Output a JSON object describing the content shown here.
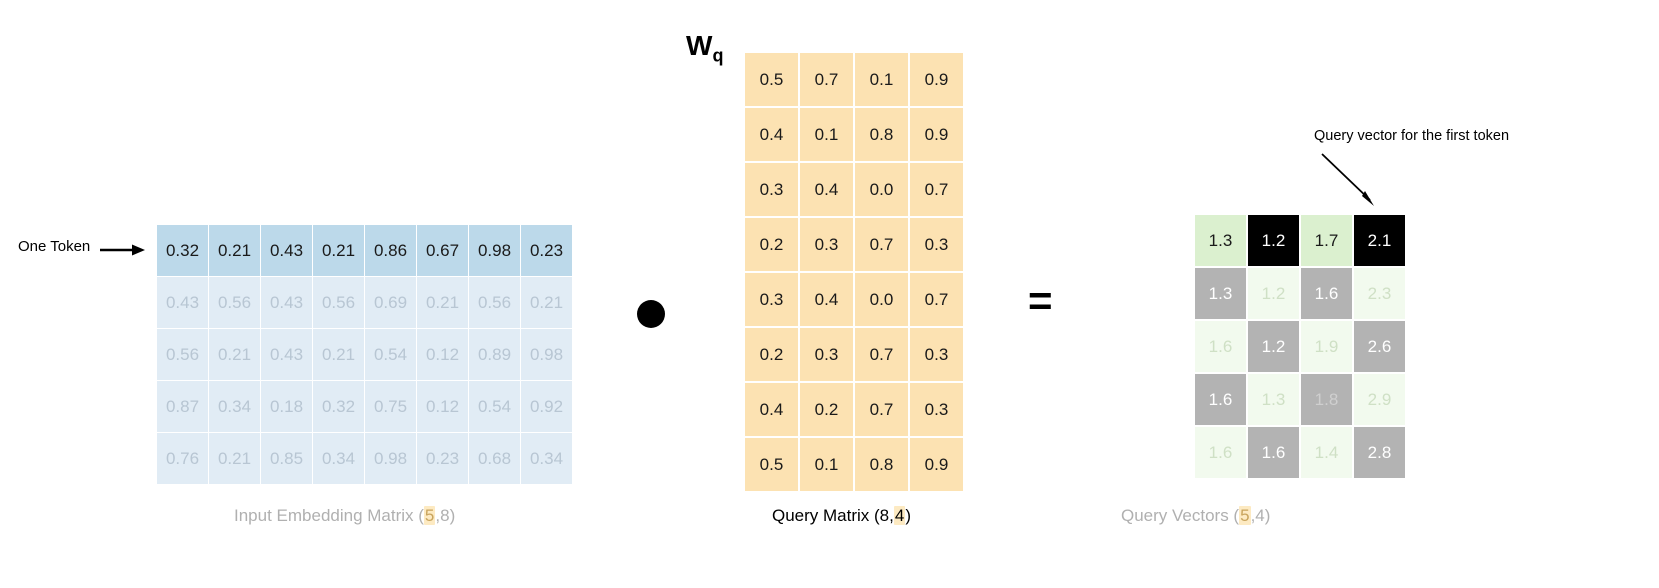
{
  "labels": {
    "one_token": "One Token",
    "wq_base": "W",
    "wq_sub": "q",
    "dot_operator": "•",
    "equals_operator": "=",
    "annotation": "Query vector for the first token"
  },
  "captions": {
    "embedding": {
      "prefix": "Input Embedding Matrix (",
      "highlight": "5",
      "suffix": ",8)"
    },
    "query": {
      "prefix": "Query Matrix (8,",
      "highlight": "4",
      "suffix": ")"
    },
    "result": {
      "prefix": "Query Vectors (",
      "highlight": "5",
      "suffix": ",4)"
    }
  },
  "colors": {
    "embed_highlight_bg": "#bcd9ea",
    "embed_bg": "#e1ecf5",
    "query_bg": "#fce2b2",
    "result_green": "#dbf0cf",
    "result_green_pale": "#f2faee",
    "result_grey": "#b3b3b3",
    "result_black": "#000000",
    "caption_muted": "#b0b0b0",
    "highlight_chip": "#fdeac2"
  },
  "embedding_matrix": {
    "rows": 5,
    "cols": 8,
    "highlight_row": 0,
    "values": [
      [
        "0.32",
        "0.21",
        "0.43",
        "0.21",
        "0.86",
        "0.67",
        "0.98",
        "0.23"
      ],
      [
        "0.43",
        "0.56",
        "0.43",
        "0.56",
        "0.69",
        "0.21",
        "0.56",
        "0.21"
      ],
      [
        "0.56",
        "0.21",
        "0.43",
        "0.21",
        "0.54",
        "0.12",
        "0.89",
        "0.98"
      ],
      [
        "0.87",
        "0.34",
        "0.18",
        "0.32",
        "0.75",
        "0.12",
        "0.54",
        "0.92"
      ],
      [
        "0.76",
        "0.21",
        "0.85",
        "0.34",
        "0.98",
        "0.23",
        "0.68",
        "0.34"
      ]
    ]
  },
  "query_matrix": {
    "rows": 8,
    "cols": 4,
    "values": [
      [
        "0.5",
        "0.7",
        "0.1",
        "0.9"
      ],
      [
        "0.4",
        "0.1",
        "0.8",
        "0.9"
      ],
      [
        "0.3",
        "0.4",
        "0.0",
        "0.7"
      ],
      [
        "0.2",
        "0.3",
        "0.7",
        "0.3"
      ],
      [
        "0.3",
        "0.4",
        "0.0",
        "0.7"
      ],
      [
        "0.2",
        "0.3",
        "0.7",
        "0.3"
      ],
      [
        "0.4",
        "0.2",
        "0.7",
        "0.3"
      ],
      [
        "0.5",
        "0.1",
        "0.8",
        "0.9"
      ]
    ]
  },
  "result_matrix": {
    "rows": 5,
    "cols": 4,
    "values": [
      [
        "1.3",
        "1.2",
        "1.7",
        "2.1"
      ],
      [
        "1.3",
        "1.2",
        "1.6",
        "2.3"
      ],
      [
        "1.6",
        "1.2",
        "1.9",
        "2.6"
      ],
      [
        "1.6",
        "1.3",
        "1.8",
        "2.9"
      ],
      [
        "1.6",
        "1.6",
        "1.4",
        "2.8"
      ]
    ],
    "styles": [
      [
        "green-l",
        "black",
        "green-l",
        "black"
      ],
      [
        "grey",
        "green-p",
        "grey",
        "green-p"
      ],
      [
        "green-p",
        "grey",
        "green-p",
        "grey"
      ],
      [
        "grey",
        "green-p",
        "grey-f",
        "green-p"
      ],
      [
        "green-p",
        "grey",
        "green-p",
        "grey"
      ]
    ]
  }
}
